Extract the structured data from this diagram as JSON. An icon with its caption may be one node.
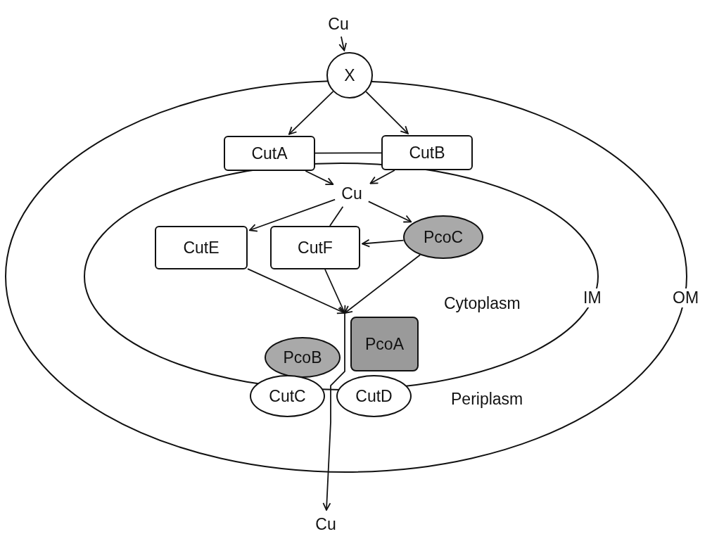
{
  "diagram": {
    "nodes": [
      {
        "text": [
          "Cu"
        ]
      },
      {
        "text": [
          "X"
        ]
      },
      {
        "text": [
          "CutA"
        ]
      },
      {
        "text": [
          "CutB"
        ]
      },
      {
        "text": [
          "Cu"
        ]
      },
      {
        "text": [
          "CutE"
        ]
      },
      {
        "text": [
          "CutF"
        ]
      },
      {
        "text": [
          "PcoC"
        ]
      },
      {
        "text": [
          "PcoA"
        ]
      },
      {
        "text": [
          "PcoB"
        ]
      },
      {
        "text": [
          "CutC"
        ]
      },
      {
        "text": [
          "CutD"
        ]
      },
      {
        "text": [
          "Cu"
        ]
      }
    ],
    "edges": [
      {
        "from": 0,
        "to": 1,
        "arrow": "to"
      },
      {
        "from": 1,
        "to": 2,
        "arrow": "to"
      },
      {
        "from": 1,
        "to": 3,
        "arrow": "to"
      },
      {
        "from": 2,
        "to": 3,
        "arrow": "none"
      },
      {
        "from": 2,
        "to": 4,
        "arrow": "to"
      },
      {
        "from": 3,
        "to": 4,
        "arrow": "to"
      },
      {
        "from": 4,
        "to": 5,
        "arrow": "to"
      },
      {
        "from": 4,
        "to": 6,
        "arrow": "none"
      },
      {
        "from": 4,
        "to": 7,
        "arrow": "to"
      },
      {
        "from": 7,
        "to": 6,
        "arrow": "to"
      },
      {
        "from": 5,
        "to": 12,
        "arrow": "to"
      },
      {
        "from": 6,
        "to": 12,
        "arrow": "to"
      },
      {
        "from": 7,
        "to": 12,
        "arrow": "to"
      }
    ],
    "labels": [
      "Cytoplasm",
      "IM",
      "OM",
      "Periplasm"
    ]
  }
}
